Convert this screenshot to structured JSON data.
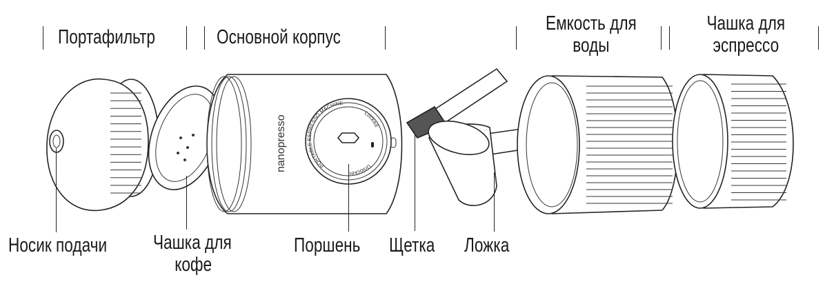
{
  "labels": {
    "portafilter": "Портафильтр",
    "main_body": "Основной корпус",
    "water_tank_line1": "Емкость для",
    "water_tank_line2": "воды",
    "espresso_cup_line1": "Чашка для",
    "espresso_cup_line2": "эспрессо",
    "nozzle": "Носик подачи",
    "coffee_cup_line1": "Чашка для",
    "coffee_cup_line2": "кофе",
    "piston": "Поршень",
    "brush": "Щетка",
    "spoon": "Ложка"
  },
  "device": {
    "brand": "nanopresso",
    "dial_text": "PORTABLE ESPRESSO MACHINE",
    "locked": "Locked",
    "unlocked": "Unlocked"
  }
}
